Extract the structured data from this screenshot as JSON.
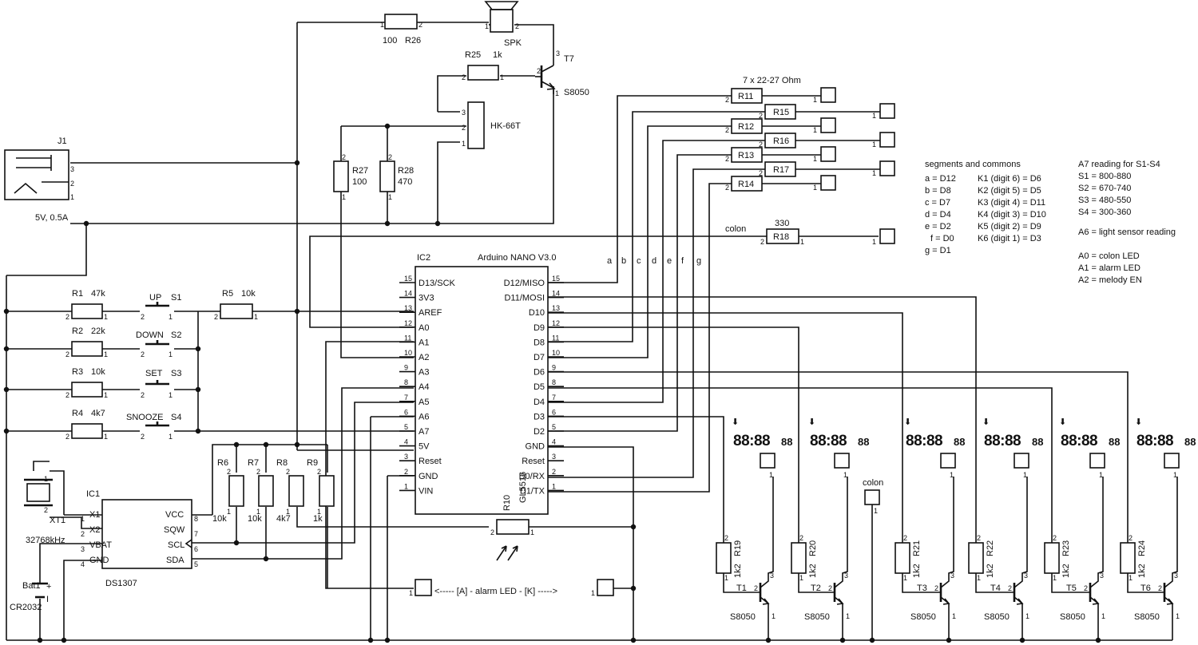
{
  "components": {
    "R26": {
      "ref": "R26",
      "value": "100"
    },
    "SPK": {
      "ref": "SPK"
    },
    "R25": {
      "ref": "R25",
      "value": "1k"
    },
    "T7": {
      "ref": "T7",
      "part": "S8050"
    },
    "HK": {
      "ref": "HK-66T"
    },
    "R27": {
      "ref": "R27",
      "value": "100"
    },
    "R28": {
      "ref": "R28",
      "value": "470"
    },
    "J1": {
      "ref": "J1",
      "value": "5V, 0.5A"
    },
    "R1": {
      "ref": "R1",
      "value": "47k"
    },
    "R2": {
      "ref": "R2",
      "value": "22k"
    },
    "R3": {
      "ref": "R3",
      "value": "10k"
    },
    "R4": {
      "ref": "R4",
      "value": "4k7"
    },
    "R5": {
      "ref": "R5",
      "value": "10k"
    },
    "S1": {
      "ref": "S1",
      "label": "UP"
    },
    "S2": {
      "ref": "S2",
      "label": "DOWN"
    },
    "S3": {
      "ref": "S3",
      "label": "SET"
    },
    "S4": {
      "ref": "S4",
      "label": "SNOOZE"
    },
    "R6": {
      "ref": "R6",
      "value": "10k"
    },
    "R7": {
      "ref": "R7",
      "value": "10k"
    },
    "R8": {
      "ref": "R8",
      "value": "4k7"
    },
    "R9": {
      "ref": "R9",
      "value": "1k"
    },
    "R10": {
      "ref": "R10",
      "part": "GL5516"
    },
    "R18": {
      "ref": "R18",
      "value": "330",
      "label": "colon"
    },
    "XT1": {
      "ref": "XT1",
      "value": "32768kHz"
    },
    "Bat1": {
      "ref": "Bat1",
      "value": "CR2032",
      "plus": "+"
    },
    "IC1": {
      "ref": "IC1",
      "part": "DS1307",
      "pins_left": [
        "X1",
        "X2",
        "VBAT",
        "GND"
      ],
      "pins_right": [
        "VCC",
        "SQW",
        "SCL",
        "SDA"
      ]
    },
    "IC2": {
      "ref": "IC2",
      "part": "Arduino NANO V3.0",
      "pins_left": [
        "D13/SCK",
        "3V3",
        "AREF",
        "A0",
        "A1",
        "A2",
        "A3",
        "A4",
        "A5",
        "A6",
        "A7",
        "5V",
        "Reset",
        "GND",
        "VIN"
      ],
      "pins_right": [
        "D12/MISO",
        "D11/MOSI",
        "D10",
        "D9",
        "D8",
        "D7",
        "D6",
        "D5",
        "D4",
        "D3",
        "D2",
        "GND",
        "Reset",
        "D0/RX",
        "D1/TX"
      ]
    },
    "seg_resistors": [
      "R11",
      "R15",
      "R12",
      "R16",
      "R13",
      "R17",
      "R14"
    ],
    "seg_value": "7 x 22-27 Ohm",
    "seg_letters": [
      "a",
      "b",
      "c",
      "d",
      "e",
      "f",
      "g"
    ],
    "colon_label": "colon",
    "alarm_led": "<----- [A] - alarm LED - [K] ----->",
    "digit_resistors": [
      "R19",
      "R20",
      "R21",
      "R22",
      "R23",
      "R24"
    ],
    "digit_res_value": "1k2",
    "digit_transistors": [
      "T1",
      "T2",
      "T3",
      "T4",
      "T5",
      "T6"
    ],
    "digit_transistor_part": "S8050",
    "display_text": "88:88",
    "display_small": "88",
    "arrow": "⬇"
  },
  "notes": {
    "segments_title": "segments and commons",
    "segments": [
      "a = D12",
      "b = D8",
      "c = D7",
      "d = D4",
      "e = D2",
      "f = D0",
      "g = D1"
    ],
    "commons": [
      "K1 (digit 6) = D6",
      "K2 (digit 5) = D5",
      "K3 (digit 4) = D11",
      "K4 (digit 3) = D10",
      "K5 (digit 2) = D9",
      "K6 (digit 1) = D3"
    ],
    "a7_title": "A7 reading for S1-S4",
    "a7_values": [
      "S1 = 800-880",
      "S2 = 670-740",
      "S3 = 480-550",
      "S4 = 300-360"
    ],
    "a6": "A6 = light sensor reading",
    "aux": [
      "A0 = colon LED",
      "A1 = alarm LED",
      "A2 = melody EN"
    ]
  }
}
